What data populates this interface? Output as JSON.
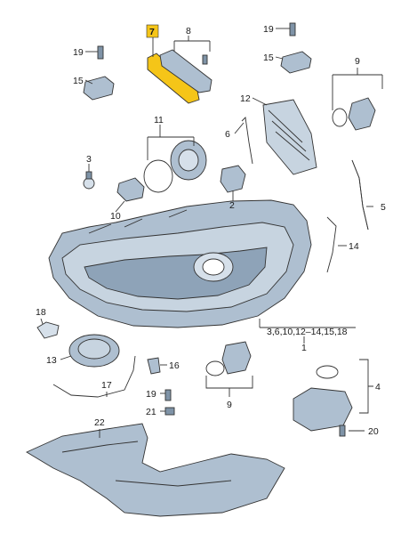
{
  "diagram": {
    "highlight_color": "#f5c518",
    "part_fill": "#aebfd0",
    "part_fill_dark": "#7f93a7",
    "labels": {
      "p1": "1",
      "p2": "2",
      "p3": "3",
      "p4": "4",
      "p5": "5",
      "p6": "6",
      "p7": "7",
      "p8": "8",
      "p9a": "9",
      "p9b": "9",
      "p10": "10",
      "p11": "11",
      "p12": "12",
      "p13": "13",
      "p14": "14",
      "p15a": "15",
      "p15b": "15",
      "p16": "16",
      "p17": "17",
      "p18": "18",
      "p19a": "19",
      "p19b": "19",
      "p19c": "19",
      "p20": "20",
      "p21": "21",
      "p22": "22",
      "assembly": "3,6,10,12–14,15,18"
    }
  }
}
